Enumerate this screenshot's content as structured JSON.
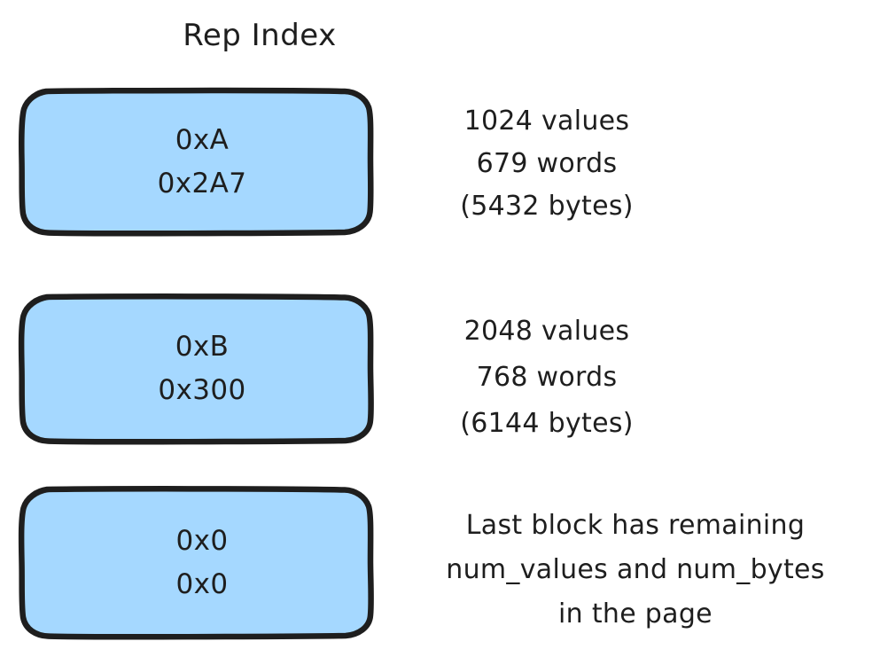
{
  "diagram": {
    "title": "Rep Index",
    "background_color": "#ffffff",
    "block_fill_color": "#a5d8ff",
    "block_stroke_color": "#1e1e1e",
    "text_color": "#1e1e1e",
    "blocks": [
      {
        "id": "block-1",
        "line1": "0xA",
        "line2": "0x2A7",
        "annotation": {
          "line1": "1024 values",
          "line2": "679 words",
          "line3": "(5432 bytes)"
        }
      },
      {
        "id": "block-2",
        "line1": "0xB",
        "line2": "0x300",
        "annotation": {
          "line1": "2048 values",
          "line2": "768 words",
          "line3": "(6144 bytes)"
        }
      },
      {
        "id": "block-3",
        "line1": "0x0",
        "line2": "0x0",
        "annotation": {
          "line1": "Last block has remaining",
          "line2": "num_values and num_bytes",
          "line3": "in the page"
        }
      }
    ]
  }
}
